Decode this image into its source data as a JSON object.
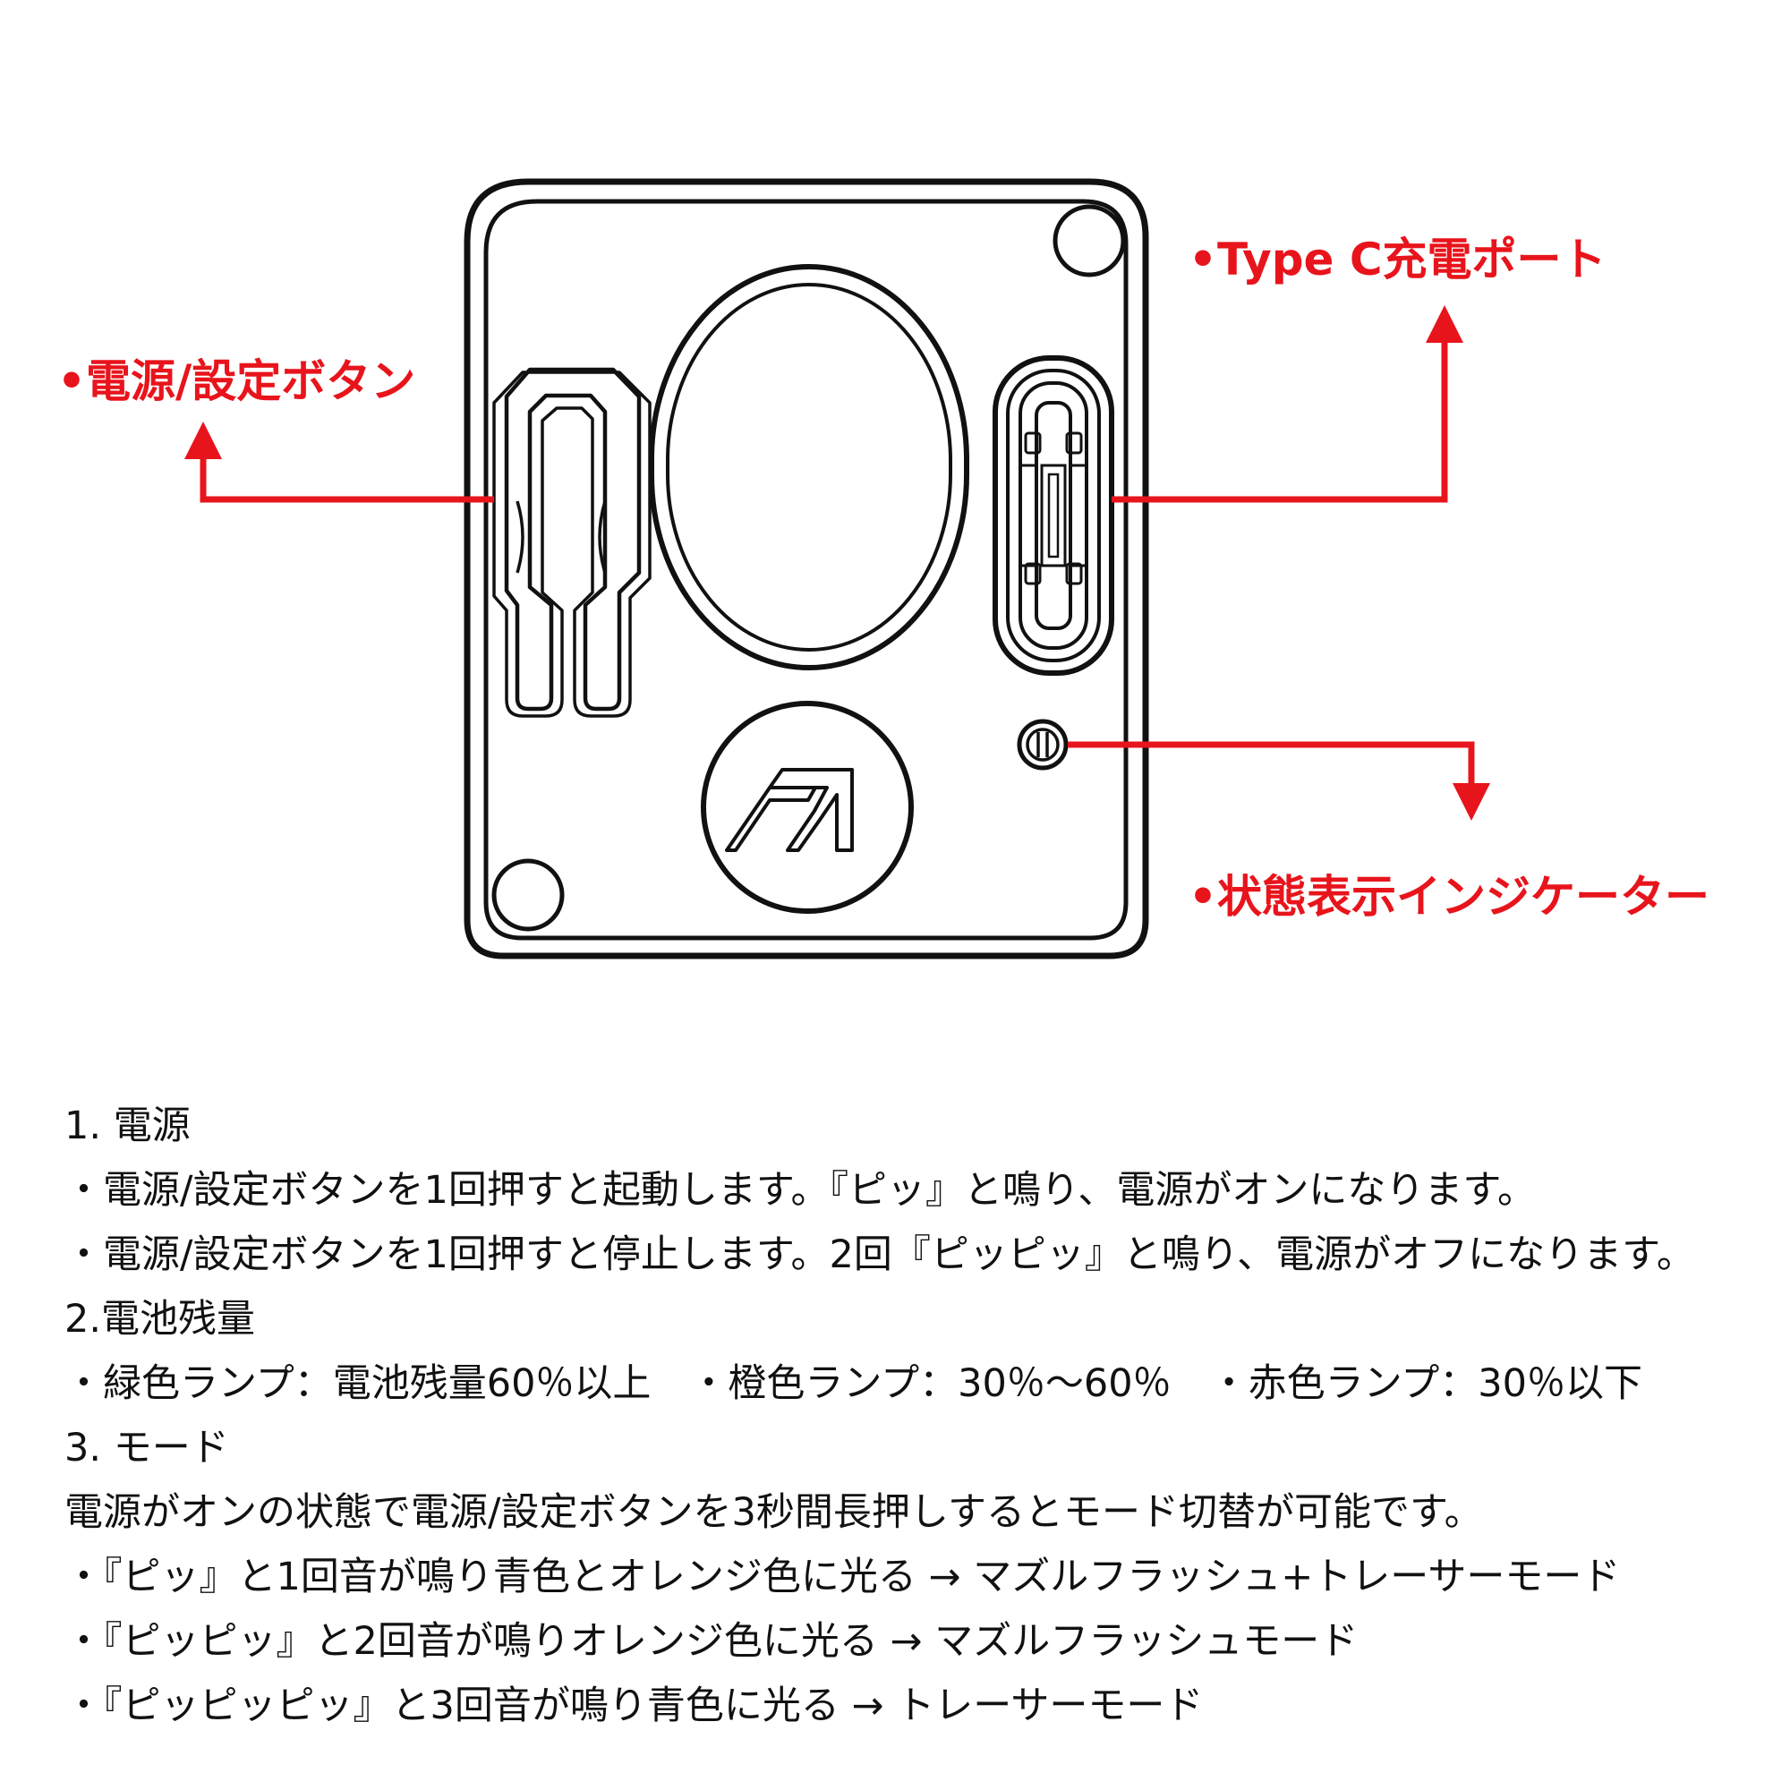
{
  "colors": {
    "accent": "#e8141c",
    "ink": "#111111",
    "background": "#ffffff"
  },
  "callouts": {
    "power_button": "•電源/設定ボタン",
    "type_c_port": "•Type C充電ポート",
    "indicator": "•状態表示インジケーター"
  },
  "instructions": {
    "s1_heading": "1. 電源",
    "s1_line1": "・電源/設定ボタンを1回押すと起動します。『ピッ』と鳴り、電源がオンになります。",
    "s1_line2": "・電源/設定ボタンを1回押すと停止します。2回『ピッピッ』と鳴り、電源がオフになります。",
    "s2_heading": "2.電池残量",
    "s2_line1": "・緑色ランプ：電池残量60％以上　・橙色ランプ：30％〜60％　・赤色ランプ：30％以下",
    "s3_heading": "3. モード",
    "s3_line1": "電源がオンの状態で電源/設定ボタンを3秒間長押しするとモード切替が可能です。",
    "s3_line2": "・『ピッ』と1回音が鳴り青色とオレンジ色に光る → マズルフラッシュ+トレーサーモード",
    "s3_line3": "・『ピッピッ』と2回音が鳴りオレンジ色に光る → マズルフラッシュモード",
    "s3_line4": "・『ピッピッピッ』と3回音が鳴り青色に光る → トレーサーモード"
  }
}
